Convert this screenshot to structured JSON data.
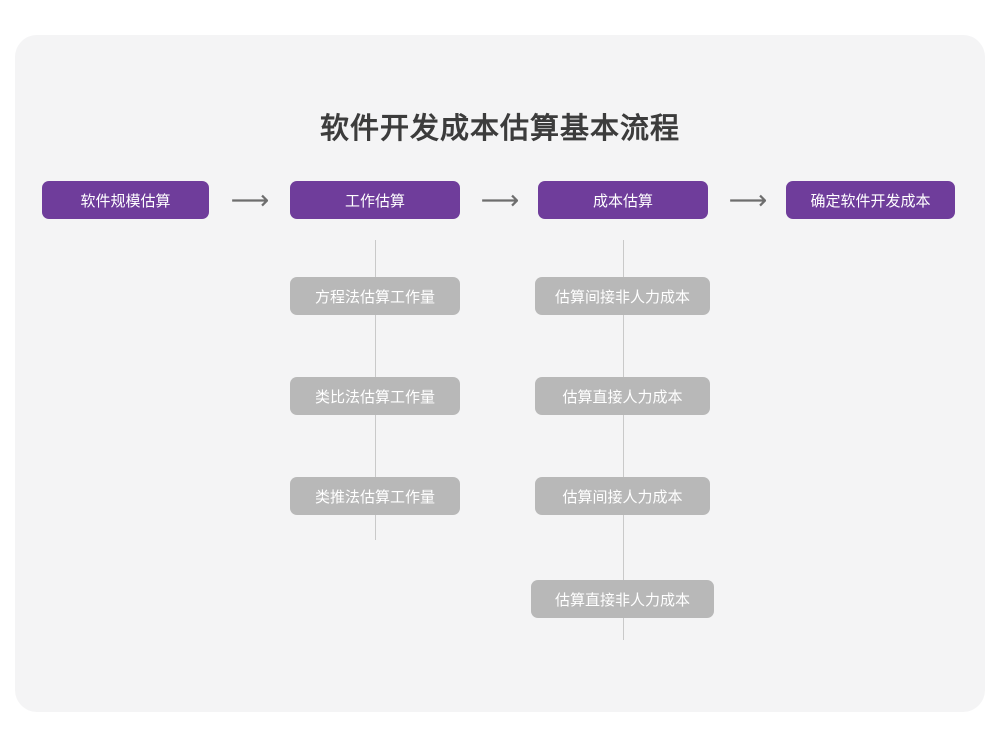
{
  "page": {
    "title": "软件开发成本估算基本流程",
    "card_background": "#f4f4f5",
    "outer_background": "#ffffff"
  },
  "colors": {
    "stage_purple": "#6f3d9b",
    "sub_gray": "#b8b8b8",
    "connector_gray": "#c9c9c9",
    "arrow_gray": "#6e6e6e",
    "title_text": "#3c3c3c",
    "box_text": "#ffffff"
  },
  "chart_data": {
    "type": "diagram",
    "title": "软件开发成本估算基本流程",
    "orientation": "left-to-right with vertical sub-branches",
    "stages": [
      {
        "id": "stage-1",
        "label": "软件规模估算",
        "sub_steps": []
      },
      {
        "id": "stage-2",
        "label": "工作估算",
        "sub_steps": [
          "方程法估算工作量",
          "类比法估算工作量",
          "类推法估算工作量"
        ]
      },
      {
        "id": "stage-3",
        "label": "成本估算",
        "sub_steps": [
          "估算间接非人力成本",
          "估算直接人力成本",
          "估算间接人力成本",
          "估算直接非人力成本"
        ]
      },
      {
        "id": "stage-4",
        "label": "确定软件开发成本",
        "sub_steps": []
      }
    ],
    "arrows": [
      "⟶",
      "⟶",
      "⟶"
    ],
    "arrow_count": 3
  },
  "flow": {
    "stage1": {
      "label": "软件规模估算"
    },
    "stage2": {
      "label": "工作估算"
    },
    "stage3": {
      "label": "成本估算"
    },
    "stage4": {
      "label": "确定软件开发成本"
    },
    "arrow1": {
      "glyph": "⟶"
    },
    "arrow2": {
      "glyph": "⟶"
    },
    "arrow3": {
      "glyph": "⟶"
    },
    "branch2": {
      "step1": {
        "label": "方程法估算工作量"
      },
      "step2": {
        "label": "类比法估算工作量"
      },
      "step3": {
        "label": "类推法估算工作量"
      }
    },
    "branch3": {
      "step1": {
        "label": "估算间接非人力成本"
      },
      "step2": {
        "label": "估算直接人力成本"
      },
      "step3": {
        "label": "估算间接人力成本"
      },
      "step4": {
        "label": "估算直接非人力成本"
      }
    }
  }
}
